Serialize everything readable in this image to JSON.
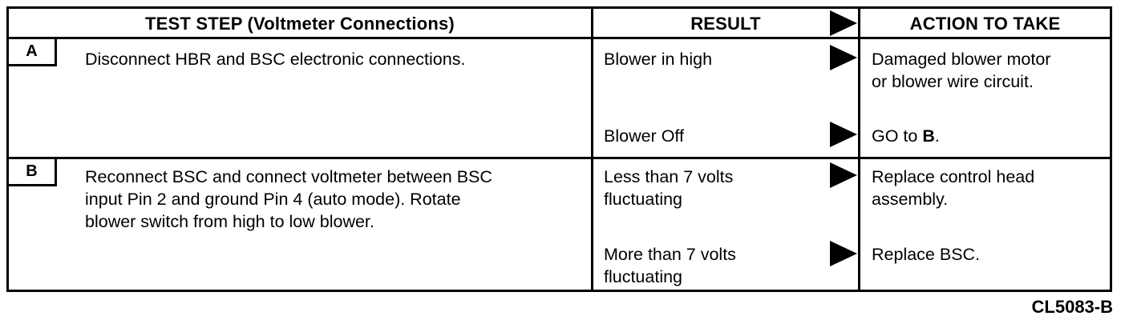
{
  "headers": {
    "test_step": "TEST STEP (Voltmeter Connections)",
    "result": "RESULT",
    "action": "ACTION TO TAKE"
  },
  "steps": [
    {
      "tag": "A",
      "description": [
        "Disconnect HBR and BSC electronic connections."
      ],
      "results": [
        {
          "result": [
            "Blower in high"
          ],
          "action": [
            "Damaged blower motor",
            "or blower wire circuit."
          ]
        },
        {
          "result": [
            "Blower Off"
          ],
          "action_prefix": "GO to ",
          "action_bold": "B",
          "action_suffix": "."
        }
      ]
    },
    {
      "tag": "B",
      "description": [
        "Reconnect BSC and connect voltmeter between BSC",
        "input Pin 2 and ground Pin 4 (auto mode). Rotate",
        "blower switch from high to low blower."
      ],
      "results": [
        {
          "result": [
            "Less than 7 volts",
            "fluctuating"
          ],
          "action": [
            "Replace control head",
            "assembly."
          ]
        },
        {
          "result": [
            "More than 7 volts",
            "fluctuating"
          ],
          "action": [
            "Replace BSC."
          ]
        }
      ]
    }
  ],
  "figure_id": "CL5083-B",
  "icons": {
    "arrow": "right-triangle-arrow-icon"
  }
}
